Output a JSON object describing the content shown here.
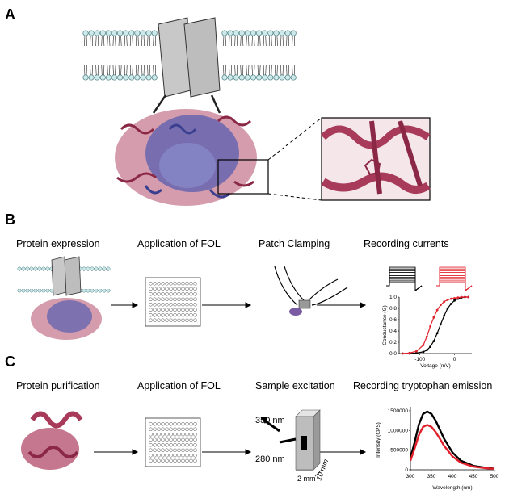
{
  "panels": {
    "a": {
      "letter": "A"
    },
    "b": {
      "letter": "B",
      "steps": [
        "Protein expression",
        "Application of FOL",
        "Patch Clamping",
        "Recording currents"
      ],
      "conductance_chart": {
        "xlabel": "Voltage (mV)",
        "ylabel": "Conductance (G)",
        "xticks": [
          "-100",
          "0"
        ],
        "yticks": [
          "0.0",
          "0.2",
          "0.4",
          "0.6",
          "0.8",
          "1.0"
        ]
      }
    },
    "c": {
      "letter": "C",
      "steps": [
        "Protein purification",
        "Application of FOL",
        "Sample excitation",
        "Recording tryptophan emission"
      ],
      "excitation": {
        "emission_nm": "350 nm",
        "excitation_nm": "280 nm",
        "width": "2 mm",
        "depth": "10 mm"
      },
      "emission_chart": {
        "xlabel": "Wavelength (nm)",
        "ylabel": "Intensity (CPS)",
        "xticks": [
          "300",
          "350",
          "400",
          "450",
          "500"
        ],
        "yticks": [
          "0",
          "500000",
          "1000000",
          "1500000"
        ]
      }
    }
  },
  "colors": {
    "red": "#e0202a",
    "black": "#000000",
    "crimson": "#a83a5a",
    "blue": "#5a5fb0",
    "membrane": "#cde9ea",
    "grey": "#c8c8c8"
  },
  "chart_data": [
    {
      "type": "scatter",
      "xlabel": "Voltage (mV)",
      "ylabel": "Conductance (G)",
      "xlim": [
        -160,
        50
      ],
      "ylim": [
        0,
        1
      ],
      "series": [
        {
          "color": "#000000",
          "x": [
            -150,
            -130,
            -110,
            -90,
            -80,
            -70,
            -60,
            -50,
            -40,
            -30,
            -20,
            -10,
            0,
            10,
            20,
            30,
            40
          ],
          "y": [
            0.0,
            0.0,
            0.01,
            0.03,
            0.06,
            0.12,
            0.22,
            0.36,
            0.52,
            0.67,
            0.8,
            0.88,
            0.94,
            0.97,
            0.99,
            1.0,
            1.0
          ]
        },
        {
          "color": "#e0202a",
          "x": [
            -150,
            -130,
            -110,
            -90,
            -80,
            -70,
            -60,
            -50,
            -40,
            -30,
            -20,
            -10,
            0,
            10,
            20,
            30,
            40
          ],
          "y": [
            0.0,
            0.01,
            0.04,
            0.15,
            0.3,
            0.48,
            0.64,
            0.77,
            0.86,
            0.92,
            0.95,
            0.97,
            0.98,
            0.99,
            1.0,
            1.0,
            1.0
          ]
        }
      ]
    },
    {
      "type": "line",
      "xlabel": "Wavelength (nm)",
      "ylabel": "Intensity (CPS)",
      "xlim": [
        300,
        500
      ],
      "ylim": [
        0,
        1600000
      ],
      "series": [
        {
          "color": "#000000",
          "x": [
            300,
            310,
            320,
            330,
            340,
            350,
            360,
            370,
            380,
            400,
            420,
            450,
            480,
            500
          ],
          "y": [
            300000,
            700000,
            1150000,
            1420000,
            1480000,
            1420000,
            1250000,
            1020000,
            790000,
            440000,
            230000,
            100000,
            50000,
            30000
          ]
        },
        {
          "color": "#e0202a",
          "x": [
            300,
            310,
            320,
            330,
            340,
            350,
            360,
            370,
            380,
            400,
            420,
            450,
            480,
            500
          ],
          "y": [
            230000,
            540000,
            880000,
            1090000,
            1140000,
            1090000,
            960000,
            790000,
            610000,
            340000,
            180000,
            80000,
            40000,
            25000
          ]
        }
      ]
    }
  ]
}
